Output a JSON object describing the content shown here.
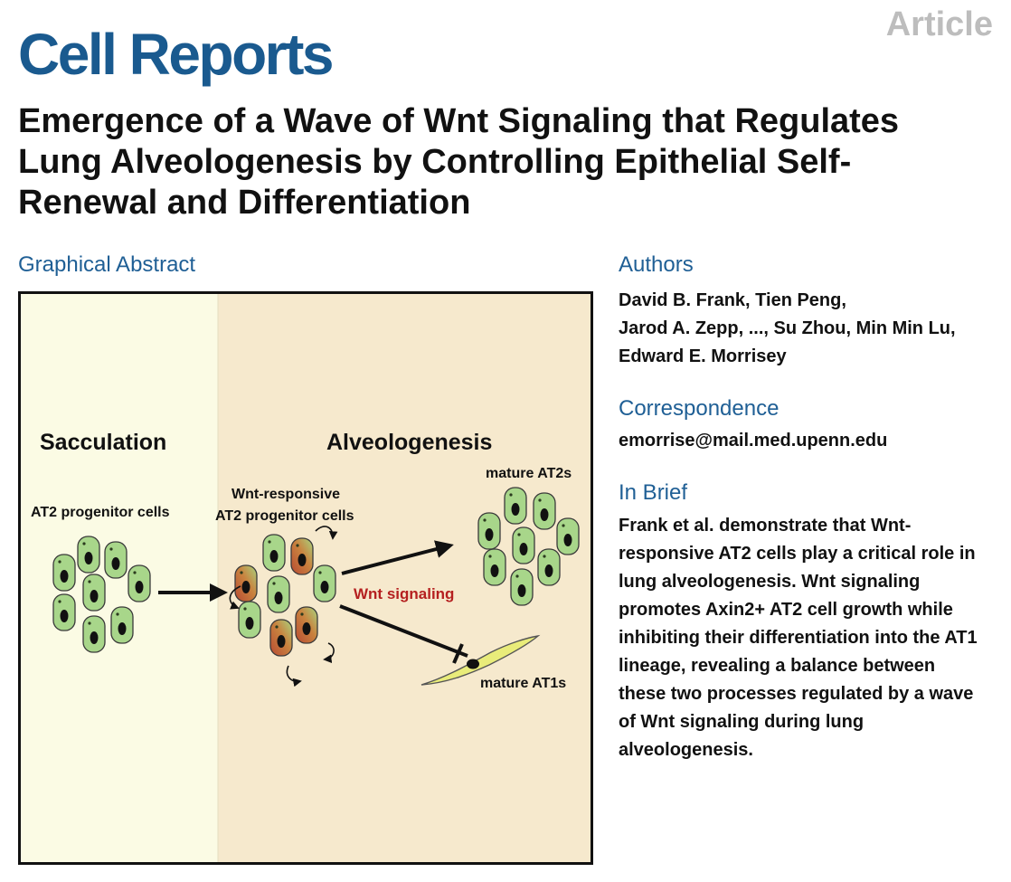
{
  "header": {
    "journal": "Cell Reports",
    "article_type": "Article"
  },
  "title": "Emergence of a Wave of Wnt Signaling that Regulates Lung Alveologenesis by Controlling Epithelial Self-Renewal and Differentiation",
  "graphical_abstract": {
    "heading": "Graphical Abstract",
    "stage_left": "Sacculation",
    "stage_right": "Alveologenesis",
    "label_progenitor": "AT2 progenitor cells",
    "label_wnt_line1": "Wnt-responsive",
    "label_wnt_line2": "AT2 progenitor cells",
    "label_mature_at2": "mature AT2s",
    "label_signaling": "Wnt signaling",
    "label_mature_at1": "mature AT1s",
    "colors": {
      "sacculation_bg": "#fbfbe4",
      "alveologenesis_bg": "#f6e9cd",
      "cell_green": "#a8d68a",
      "cell_red": "#c25a3c",
      "at1_yellow": "#e9ec7a",
      "signal_red": "#b52020"
    }
  },
  "authors": {
    "heading": "Authors",
    "lines": [
      "David B. Frank, Tien Peng,",
      "Jarod A. Zepp, ..., Su Zhou, Min Min Lu,",
      "Edward E. Morrisey"
    ]
  },
  "correspondence": {
    "heading": "Correspondence",
    "email": "emorrise@mail.med.upenn.edu"
  },
  "in_brief": {
    "heading": "In Brief",
    "lines": [
      "Frank et al. demonstrate that Wnt-",
      "responsive AT2 cells play a critical role in",
      "lung alveologenesis. Wnt signaling",
      "promotes Axin2+ AT2 cell growth while",
      "inhibiting their differentiation into the AT1",
      "lineage, revealing a balance between",
      "these two processes regulated by a wave",
      "of Wnt signaling during lung",
      "alveologenesis."
    ]
  }
}
